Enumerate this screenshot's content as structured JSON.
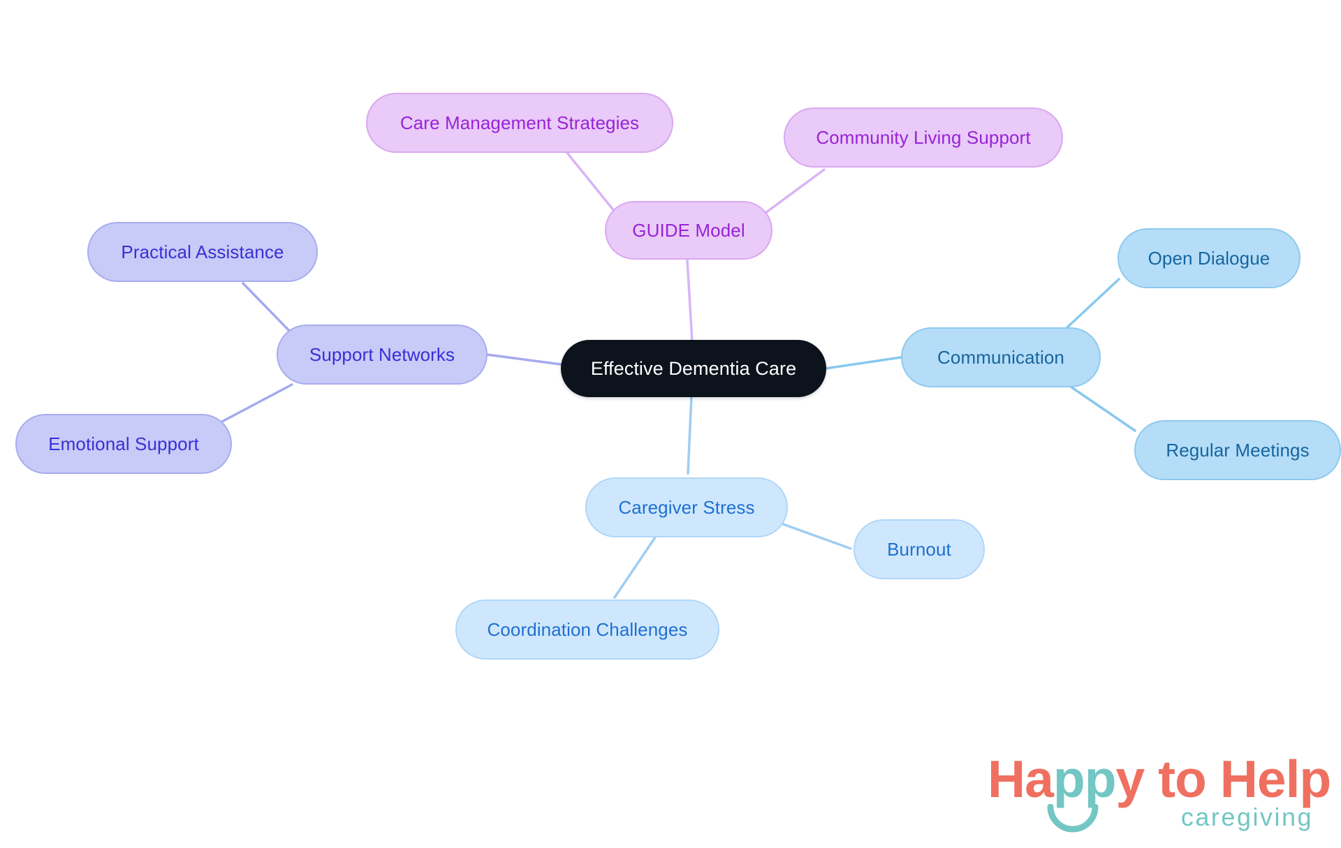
{
  "diagram": {
    "type": "mindmap",
    "title": "Effective Dementia Care",
    "root": {
      "id": "root",
      "label": "Effective Dementia Care",
      "color_fill": "#0d131c",
      "color_text": "#ffffff"
    },
    "branches": [
      {
        "id": "guide-model",
        "label": "GUIDE Model",
        "color_fill": "#e9caf8",
        "color_border": "#d9a8f0",
        "color_text": "#9823d6",
        "color_edge": "#d8b4f8",
        "children": [
          {
            "id": "care-management-strategies",
            "label": "Care Management Strategies"
          },
          {
            "id": "community-living-support",
            "label": "Community Living Support"
          }
        ]
      },
      {
        "id": "support-networks",
        "label": "Support Networks",
        "color_fill": "#c8cbf7",
        "color_border": "#a8aced",
        "color_text": "#3730d6",
        "color_edge": "#a5a9ef",
        "children": [
          {
            "id": "practical-assistance",
            "label": "Practical Assistance"
          },
          {
            "id": "emotional-support",
            "label": "Emotional Support"
          }
        ]
      },
      {
        "id": "communication",
        "label": "Communication",
        "color_fill": "#b5ddf7",
        "color_border": "#8ec9ef",
        "color_text": "#16659f",
        "color_edge": "#87c8ee",
        "children": [
          {
            "id": "open-dialogue",
            "label": "Open Dialogue"
          },
          {
            "id": "regular-meetings",
            "label": "Regular Meetings"
          }
        ]
      },
      {
        "id": "caregiver-stress",
        "label": "Caregiver Stress",
        "color_fill": "#cfe7fc",
        "color_border": "#b0d6f7",
        "color_text": "#1f6fd2",
        "color_edge": "#9fcdf2",
        "children": [
          {
            "id": "burnout",
            "label": "Burnout"
          },
          {
            "id": "coordination-challenges",
            "label": "Coordination Challenges"
          }
        ]
      }
    ]
  },
  "nodes": {
    "root": "Effective Dementia Care",
    "care_management_strategies": "Care Management Strategies",
    "community_living_support": "Community Living Support",
    "guide_model": "GUIDE Model",
    "practical_assistance": "Practical Assistance",
    "support_networks": "Support Networks",
    "emotional_support": "Emotional Support",
    "communication": "Communication",
    "open_dialogue": "Open Dialogue",
    "regular_meetings": "Regular Meetings",
    "caregiver_stress": "Caregiver Stress",
    "burnout": "Burnout",
    "coordination_challenges": "Coordination Challenges"
  },
  "logo": {
    "word_part1": "Ha",
    "word_part2": "pp",
    "word_part3": "y to Help",
    "tagline": "caregiving",
    "color_coral": "#ef7060",
    "color_teal": "#72c6c4"
  }
}
